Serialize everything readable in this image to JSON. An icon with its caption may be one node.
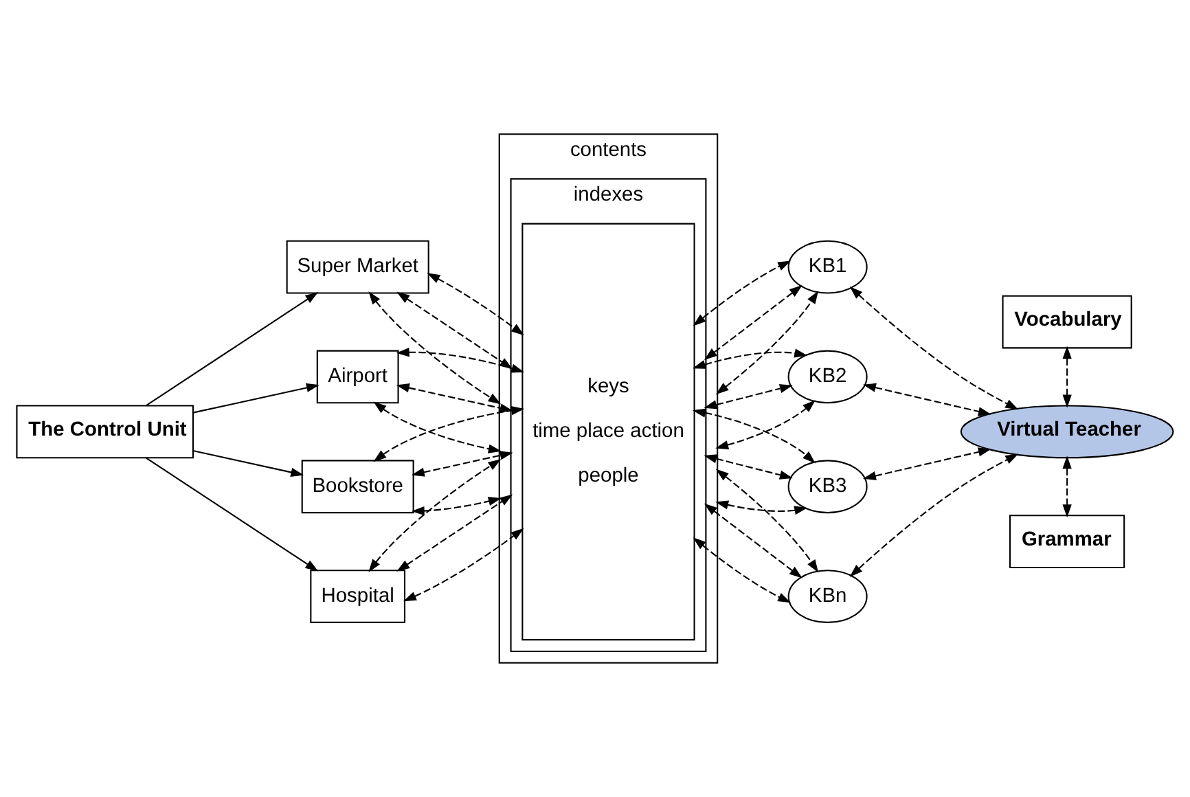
{
  "diagram": {
    "nodes": [
      {
        "text": [
          "The Control Unit"
        ]
      },
      {
        "text": [
          "Super Market"
        ]
      },
      {
        "text": [
          "Airport"
        ]
      },
      {
        "text": [
          "Bookstore"
        ]
      },
      {
        "text": [
          "Hospital"
        ]
      },
      {
        "text": [
          "contents"
        ]
      },
      {
        "text": [
          "indexes"
        ],
        "in": 5
      },
      {
        "text": [
          "keys",
          "time place action",
          "people"
        ],
        "in": 6
      },
      {
        "text": [
          "KB1"
        ]
      },
      {
        "text": [
          "KB2"
        ]
      },
      {
        "text": [
          "KB3"
        ]
      },
      {
        "text": [
          "KBn"
        ]
      },
      {
        "text": [
          "Virtual Teacher"
        ]
      },
      {
        "text": [
          "Vocabulary"
        ]
      },
      {
        "text": [
          "Grammar"
        ]
      }
    ],
    "edges": [
      {
        "from": 0,
        "to": 1,
        "arrow": "to"
      },
      {
        "from": 0,
        "to": 2,
        "arrow": "to"
      },
      {
        "from": 0,
        "to": 3,
        "arrow": "to"
      },
      {
        "from": 0,
        "to": 4,
        "arrow": "to"
      },
      {
        "from": 1,
        "to": 5,
        "arrow": "both",
        "style": "dashed"
      },
      {
        "from": 1,
        "to": 6,
        "arrow": "both",
        "style": "dashed"
      },
      {
        "from": 1,
        "to": 7,
        "arrow": "both",
        "style": "dashed"
      },
      {
        "from": 2,
        "to": 5,
        "arrow": "both",
        "style": "dashed"
      },
      {
        "from": 2,
        "to": 6,
        "arrow": "both",
        "style": "dashed"
      },
      {
        "from": 2,
        "to": 7,
        "arrow": "both",
        "style": "dashed"
      },
      {
        "from": 3,
        "to": 5,
        "arrow": "both",
        "style": "dashed"
      },
      {
        "from": 3,
        "to": 6,
        "arrow": "both",
        "style": "dashed"
      },
      {
        "from": 3,
        "to": 7,
        "arrow": "both",
        "style": "dashed"
      },
      {
        "from": 4,
        "to": 7,
        "arrow": "both",
        "style": "dashed"
      },
      {
        "from": 4,
        "to": 6,
        "arrow": "both",
        "style": "dashed"
      },
      {
        "from": 4,
        "to": 5,
        "arrow": "both",
        "style": "dashed"
      },
      {
        "from": 5,
        "to": 8,
        "arrow": "both",
        "style": "dashed"
      },
      {
        "from": 6,
        "to": 8,
        "arrow": "both",
        "style": "dashed"
      },
      {
        "from": 7,
        "to": 8,
        "arrow": "both",
        "style": "dashed"
      },
      {
        "from": 5,
        "to": 9,
        "arrow": "both",
        "style": "dashed"
      },
      {
        "from": 6,
        "to": 9,
        "arrow": "both",
        "style": "dashed"
      },
      {
        "from": 7,
        "to": 9,
        "arrow": "both",
        "style": "dashed"
      },
      {
        "from": 5,
        "to": 10,
        "arrow": "both",
        "style": "dashed"
      },
      {
        "from": 6,
        "to": 10,
        "arrow": "both",
        "style": "dashed"
      },
      {
        "from": 7,
        "to": 10,
        "arrow": "both",
        "style": "dashed"
      },
      {
        "from": 7,
        "to": 11,
        "arrow": "both",
        "style": "dashed"
      },
      {
        "from": 6,
        "to": 11,
        "arrow": "both",
        "style": "dashed"
      },
      {
        "from": 5,
        "to": 11,
        "arrow": "both",
        "style": "dashed"
      },
      {
        "from": 8,
        "to": 12,
        "arrow": "both",
        "style": "dashed"
      },
      {
        "from": 9,
        "to": 12,
        "arrow": "both",
        "style": "dashed"
      },
      {
        "from": 10,
        "to": 12,
        "arrow": "both",
        "style": "dashed"
      },
      {
        "from": 11,
        "to": 12,
        "arrow": "both",
        "style": "dashed"
      },
      {
        "from": 13,
        "to": 12,
        "arrow": "both",
        "style": "dashed"
      },
      {
        "from": 12,
        "to": 14,
        "arrow": "both",
        "style": "dashed"
      }
    ]
  }
}
